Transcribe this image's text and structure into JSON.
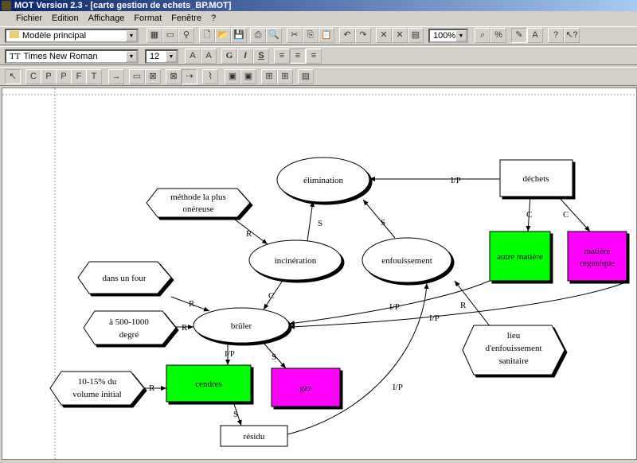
{
  "window": {
    "title": "MOT Version 2.3 - [carte gestion de echets_BP.MOT]"
  },
  "menu": [
    "Fichier",
    "Edition",
    "Affichage",
    "Format",
    "Fenêtre",
    "?"
  ],
  "toolbar": {
    "model": "Modèle principal",
    "font": "Times New Roman",
    "size": "12",
    "zoom": "100%",
    "bold": "G",
    "italic": "I",
    "underline": "S"
  },
  "nodes": {
    "elimination": "élimination",
    "dechets": "déchets",
    "methode1": "méthode la plus",
    "methode2": "onéreuse",
    "incineration": "incinération",
    "enfouissement": "enfouissement",
    "autre": "autre matière",
    "organique1": "matière",
    "organique2": "organique",
    "four": "dans un four",
    "degre1": "à 500-1000",
    "degre2": "degré",
    "bruler": "brûler",
    "lieu1": "lieu",
    "lieu2": "d'enfouissement",
    "lieu3": "sanitaire",
    "cendres": "cendres",
    "gaz": "gaz",
    "vol1": "10-15% du",
    "vol2": "volume initial",
    "residu": "résidu"
  },
  "links": [
    "I/P",
    "C",
    "C",
    "R",
    "S",
    "S",
    "C",
    "R",
    "R",
    "I/P",
    "I/P",
    "I/P",
    "S",
    "R",
    "S",
    "I/P",
    "R"
  ],
  "colors": {
    "green": "#00ff00",
    "magenta": "#ff00ff"
  }
}
